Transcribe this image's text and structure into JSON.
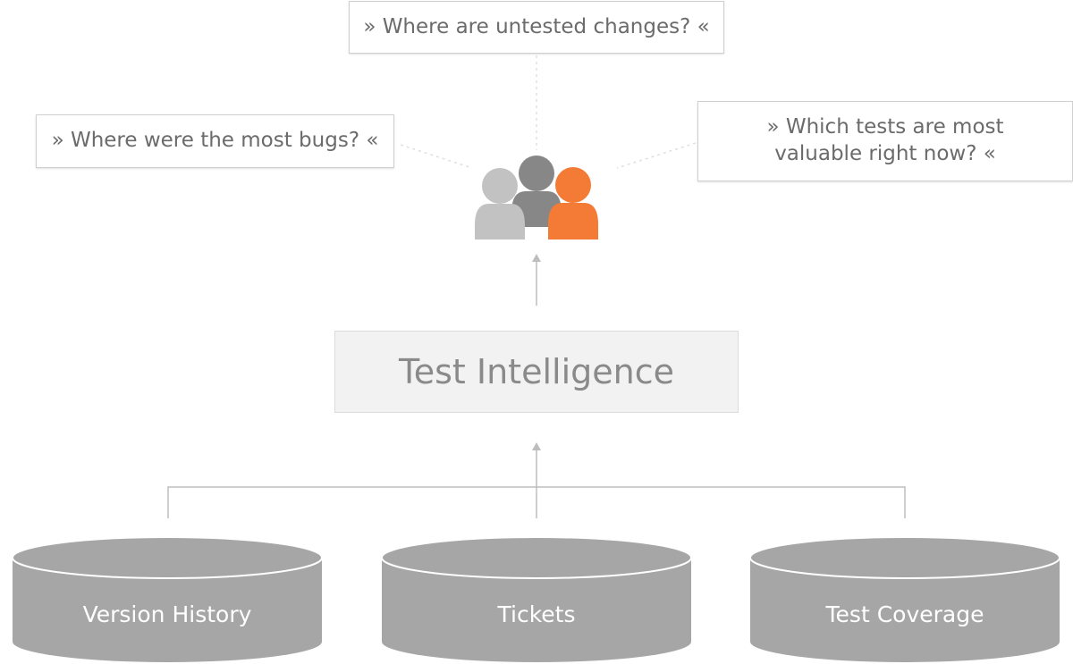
{
  "questions": {
    "top": "» Where are untested changes? «",
    "left": "» Where were the most bugs? «",
    "right": "» Which tests are most valuable right now? «"
  },
  "center": {
    "title": "Test Intelligence"
  },
  "sources": [
    {
      "label": "Version History"
    },
    {
      "label": "Tickets"
    },
    {
      "label": "Test Coverage"
    }
  ],
  "colors": {
    "person_light": "#c2c2c2",
    "person_dark": "#878787",
    "person_accent": "#f47b35",
    "database": "#a6a6a6",
    "line": "#bdbdbd"
  }
}
